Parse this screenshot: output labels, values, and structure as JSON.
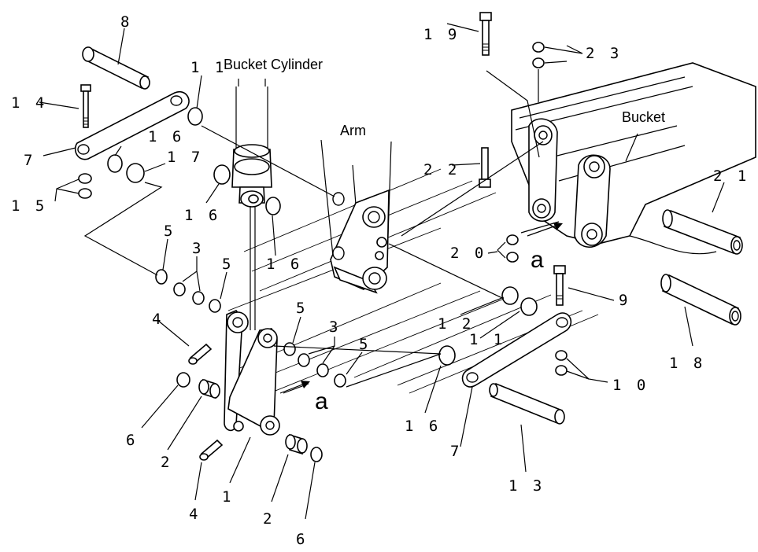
{
  "labels": {
    "bucket_cylinder": "Bucket Cylinder",
    "arm": "Arm",
    "bucket": "Bucket",
    "ref_a_left": "a",
    "ref_a_right": "a"
  },
  "callouts": {
    "n1": "1",
    "n2a": "2",
    "n2b": "2",
    "n3a": "3",
    "n3b": "3",
    "n4a": "4",
    "n4b": "4",
    "n5a": "5",
    "n5b": "5",
    "n5c": "5",
    "n6a": "6",
    "n6b": "6",
    "n7a": "7",
    "n7b": "7",
    "n8": "8",
    "n9": "9",
    "n10": "1 0",
    "n11a": "1 1",
    "n11b": "1 1",
    "n12": "1 2",
    "n13": "1 3",
    "n14": "1 4",
    "n15": "1 5",
    "n16a": "1 6",
    "n16b": "1 6",
    "n16c": "1 6",
    "n16d": "1 6",
    "n17": "1 7",
    "n18": "1 8",
    "n19": "1 9",
    "n20": "2 0",
    "n21": "2 1",
    "n22": "2 2",
    "n23": "2 3"
  }
}
